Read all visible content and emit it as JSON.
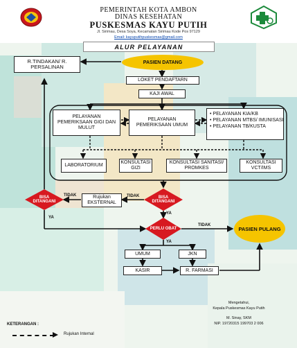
{
  "header": {
    "line1": "PEMERINTAH KOTA AMBON",
    "line2": "DINAS KESEHATAN",
    "line3": "PUSKESMAS KAYU PUTIH",
    "address": "Jl. Sirimau, Desa Soya, Kecamatan Sirimau Kode Pos 97129",
    "email": "Email: kayuputihpuskesmas@gmail.com"
  },
  "title": "ALUR PELAYANAN",
  "nodes": {
    "tindakan": "R.TINDAKAN/ R. PERSALINAN",
    "pasien_datang": "PASIEN DATANG",
    "loket": "LOKET PENDAFTARN",
    "kaji_awal": "KAJI AWAL",
    "gigi": "PELAYANAN PEMERIKSAAN GIGI DAN MULUT",
    "umum": "PELAYANAN PEMERIKSAAN UMUM",
    "kia": "• PELAYANAN KIA/KB",
    "mtbs": "• PELAYANAN MTBS/ IMUNISASI",
    "tb": "• PELAYANAN TB/KUSTA",
    "lab": "LABORATORIUM",
    "k_gizi": "KONSULTASI GIZI",
    "k_sanitasi": "KONSULTASI SANITASI/ PROMKES",
    "k_vct": "KONSULTASI VCT/IMS",
    "bisa1": "BISA DITANGANI",
    "rujukan": "Rujukan EKSTERNAL",
    "bisa2": "BISA DITANGANI",
    "perlu_obat": "PERLU OBAT",
    "pasien_pulang": "PASIEN PULANG",
    "b_umum": "UMUM",
    "jkn": "JKN",
    "kasir": "KASIR",
    "farmasi": "R. FARMASI"
  },
  "labels": {
    "tidak1": "TIDAK",
    "tidak2": "TIDAK",
    "tidak3": "TIDAK",
    "ya1": "YA",
    "ya2": "YA",
    "ya3": "YA"
  },
  "signature": {
    "line1": "Mengetahui,",
    "line2": "Kepala Puskesmas Kayu Putih",
    "name": "M. Sinay, SKM",
    "nip": "NIP. 19720315 199703 2 006"
  },
  "legend": {
    "heading": "KETERANGAN :",
    "item": "Rujukan Internal"
  },
  "colors": {
    "diamond": "#d71920",
    "pill": "#f5c400",
    "bg_teal": "#bfe3da",
    "bg_mint": "#d8efe6"
  }
}
